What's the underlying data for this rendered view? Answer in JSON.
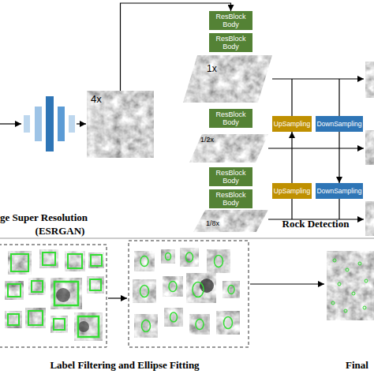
{
  "diagram": {
    "nodes": [
      {
        "text": [
          "4x"
        ]
      },
      {
        "text": [
          "ResBlock Body"
        ]
      },
      {
        "text": [
          "ResBlock Body"
        ]
      },
      {
        "text": [
          "1x"
        ]
      },
      {
        "text": [
          "ResBlock Body"
        ]
      },
      {
        "text": [
          "UpSampling"
        ]
      },
      {
        "text": [
          "DownSampling"
        ]
      },
      {
        "text": [
          "1/2x"
        ]
      },
      {
        "text": [
          "ResBlock Body"
        ]
      },
      {
        "text": [
          "ResBlock Body"
        ]
      },
      {
        "text": [
          "UpSampling"
        ]
      },
      {
        "text": [
          "DownSampling"
        ]
      },
      {
        "text": [
          "1/8x"
        ]
      }
    ],
    "edges": [
      {
        "from": 0,
        "to": 1,
        "arrow": "to"
      },
      {
        "from": 10,
        "to": 5,
        "arrow": "to"
      },
      {
        "from": 6,
        "to": 11,
        "arrow": "to"
      }
    ],
    "labels": [
      "ge Super Resolution",
      "(ESRGAN)",
      "Rock Detection",
      "Label Filtering and Ellipse Fitting",
      "Final"
    ]
  }
}
